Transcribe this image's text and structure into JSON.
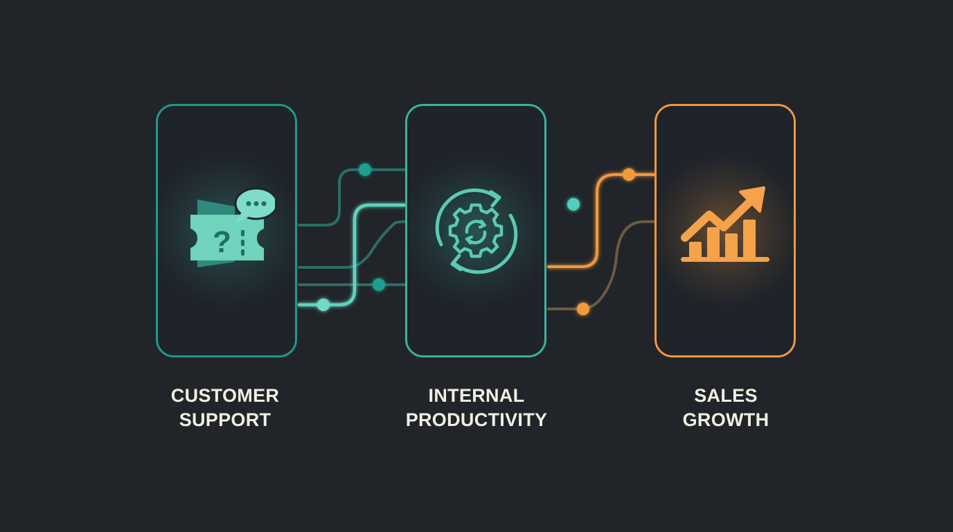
{
  "colors": {
    "background": "#212529",
    "teal_dark": "#1e9a8c",
    "teal_light": "#3bb2a0",
    "teal_bright": "#5fd3bf",
    "orange": "#f0983e",
    "brown": "#6b5a44",
    "label_text": "#f1efe4"
  },
  "stages": [
    {
      "id": "customer-support",
      "icon": "ticket-question-chat-icon",
      "label_lines": [
        "CUSTOMER",
        "SUPPORT"
      ]
    },
    {
      "id": "internal-productivity",
      "icon": "gear-cycle-icon",
      "label_lines": [
        "INTERNAL",
        "PRODUCTIVITY"
      ]
    },
    {
      "id": "sales-growth",
      "icon": "growth-chart-arrow-icon",
      "label_lines": [
        "SALES",
        "GROWTH"
      ]
    }
  ],
  "connectors": [
    {
      "from": "customer-support",
      "to": "internal-productivity",
      "style": "dim-teal",
      "node": [
        527,
        245
      ]
    },
    {
      "from": "internal-productivity",
      "to": "customer-support",
      "style": "bright-teal",
      "node": [
        467,
        440
      ]
    },
    {
      "from": "customer-support",
      "to": "internal-productivity",
      "style": "dim-teal",
      "node": null
    },
    {
      "from": "customer-support",
      "to": "internal-productivity",
      "style": "dim-teal",
      "node": [
        547,
        411
      ]
    },
    {
      "from": "internal-productivity",
      "to": "sales-growth",
      "style": "bright-teal",
      "node": [
        828,
        295
      ]
    },
    {
      "from": "internal-productivity",
      "to": "sales-growth",
      "style": "orange",
      "node": [
        908,
        252
      ]
    },
    {
      "from": "internal-productivity",
      "to": "sales-growth",
      "style": "brown",
      "node": [
        842,
        446
      ]
    }
  ]
}
